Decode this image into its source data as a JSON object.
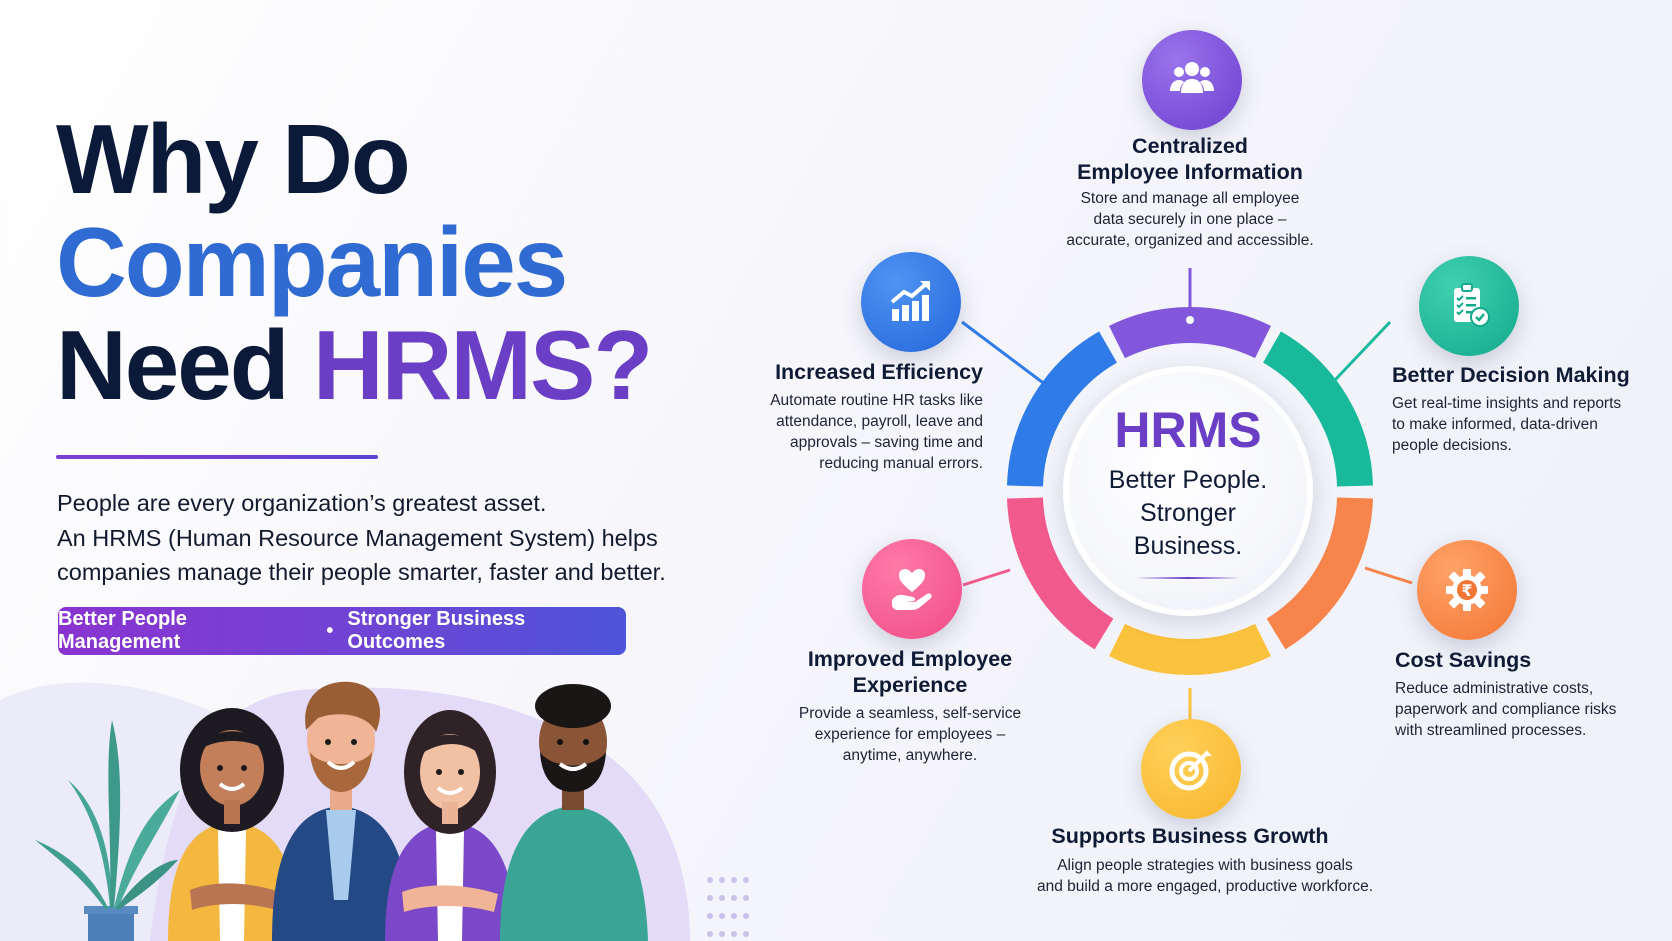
{
  "headline": {
    "line1": "Why Do",
    "line2": "Companies",
    "line3_part1": "Need ",
    "line3_part2": "HRMS?"
  },
  "intro": {
    "lines": [
      "People are every organization’s greatest asset.",
      "An HRMS (Human Resource Management System) helps",
      "companies manage their people smarter, faster and better."
    ]
  },
  "tagline": {
    "left": "Better People Management",
    "separator": "•",
    "right": "Stronger Business Outcomes"
  },
  "illustration": {
    "description": "Four smiling professionals with arms crossed beside a potted plant",
    "people": [
      "woman-yellow-blazer",
      "man-navy-suit",
      "woman-purple-blazer",
      "man-teal-shirt"
    ]
  },
  "hub": {
    "title": "HRMS",
    "subtitle_lines": [
      "Better People.",
      "Stronger",
      "Business."
    ]
  },
  "benefits": [
    {
      "id": "centralized",
      "icon": "team-icon",
      "color": "#7b4fd8",
      "title_lines": [
        "Centralized",
        "Employee Information"
      ],
      "desc_lines": [
        "Store and manage all employee",
        "data securely in one place –",
        "accurate, organized and accessible."
      ]
    },
    {
      "id": "decision",
      "icon": "checklist-icon",
      "color": "#17b79a",
      "title_lines": [
        "Better Decision Making"
      ],
      "desc_lines": [
        "Get real-time insights and reports",
        "to make informed, data-driven",
        "people decisions."
      ]
    },
    {
      "id": "cost",
      "icon": "rupee-gear-icon",
      "color": "#f7843f",
      "title_lines": [
        "Cost Savings"
      ],
      "desc_lines": [
        "Reduce administrative costs,",
        "paperwork and compliance risks",
        "with streamlined processes."
      ]
    },
    {
      "id": "growth",
      "icon": "target-icon",
      "color": "#fbbd3a",
      "title_lines": [
        "Supports Business Growth"
      ],
      "desc_lines": [
        "Align people strategies with business goals",
        "and build a more engaged, productive workforce."
      ]
    },
    {
      "id": "experience",
      "icon": "heart-hand-icon",
      "color": "#f3578f",
      "title_lines": [
        "Improved Employee",
        "Experience"
      ],
      "desc_lines": [
        "Provide a seamless, self-service",
        "experience for employees –",
        "anytime, anywhere."
      ]
    },
    {
      "id": "efficiency",
      "icon": "growth-chart-icon",
      "color": "#2f74e6",
      "title_lines": [
        "Increased Efficiency"
      ],
      "desc_lines": [
        "Automate routine HR tasks like",
        "attendance, payroll, leave and",
        "approvals – saving time and",
        "reducing manual errors."
      ]
    }
  ],
  "ring_colors": {
    "top": "#8257dc",
    "top_right": "#19b99c",
    "bottom_right": "#f7844a",
    "bottom": "#fbc23e",
    "bottom_left": "#f25a8d",
    "top_left": "#2f7be8"
  }
}
